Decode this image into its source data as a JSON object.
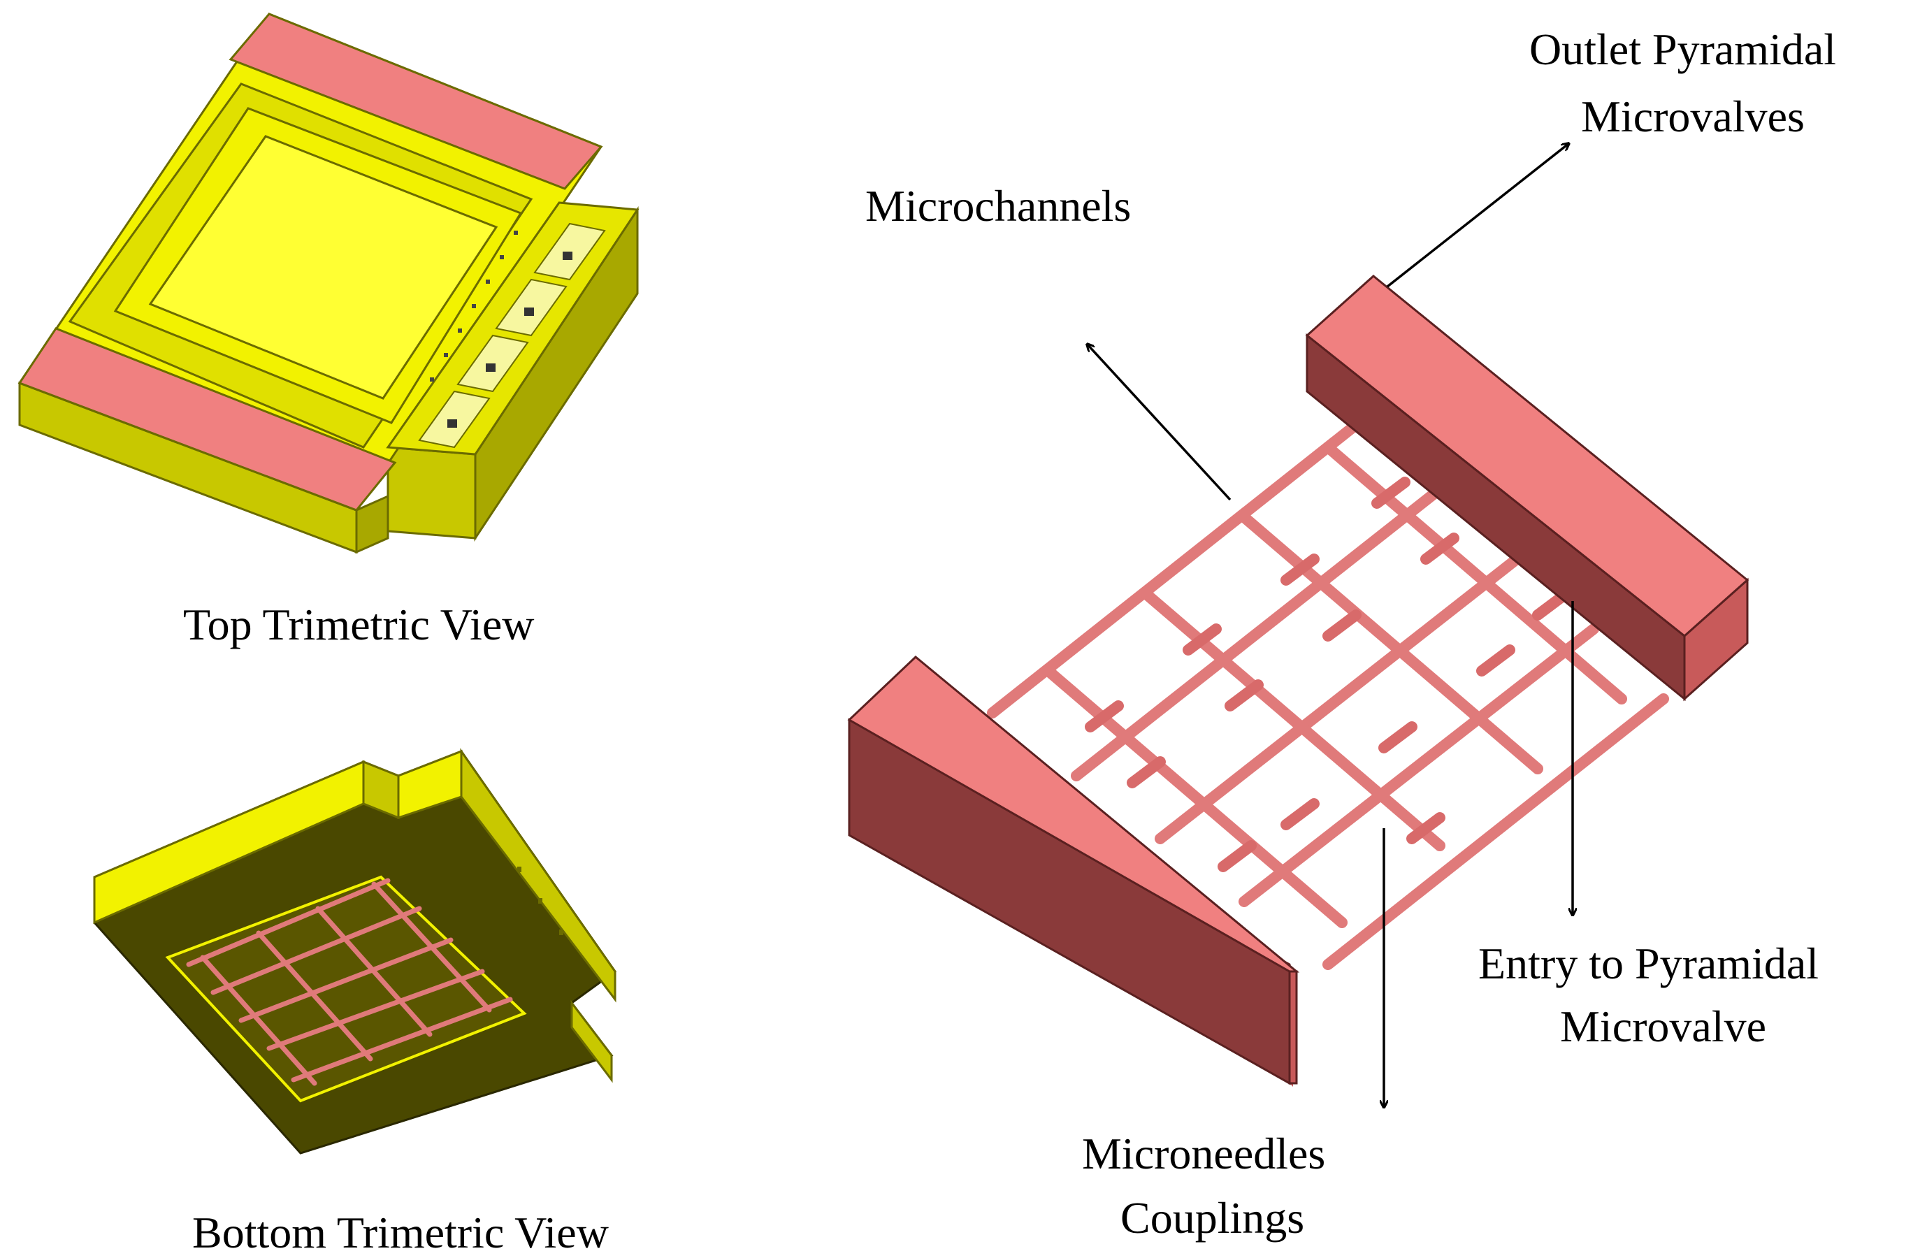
{
  "labels": {
    "top_view": "Top Trimetric View",
    "bottom_view": "Bottom Trimetric View",
    "microchannels": "Microchannels",
    "outlet_line1": "Outlet Pyramidal",
    "outlet_line2": "Microvalves",
    "entry_line1": "Entry to Pyramidal",
    "entry_line2": "Microvalve",
    "couplings_line1": "Microneedles",
    "couplings_line2": "Couplings"
  },
  "colors": {
    "yellow_body": "#f2f200",
    "yellow_face": "#ffff33",
    "yellow_shadow": "#c8c800",
    "dark_olive": "#4a4800",
    "pink_block": "#f08080",
    "pink_dark": "#8a3a3a",
    "pink_side": "#c85a5a",
    "channel": "#e07a7a"
  }
}
